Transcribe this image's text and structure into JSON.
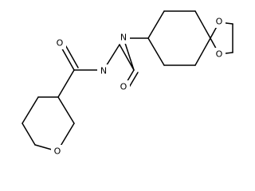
{
  "molecule": {
    "atoms": [
      {
        "id": "o_amide1",
        "label": "O"
      },
      {
        "id": "n_amide1",
        "label": "N"
      },
      {
        "id": "o_amide2",
        "label": "O"
      },
      {
        "id": "n_amide2",
        "label": "N"
      },
      {
        "id": "o_dioxo1",
        "label": "O"
      },
      {
        "id": "o_dioxo2",
        "label": "O"
      },
      {
        "id": "o_pyran",
        "label": "O"
      }
    ],
    "colors": {
      "bond": "#000000",
      "label": "#000000",
      "background": "#ffffff"
    }
  }
}
